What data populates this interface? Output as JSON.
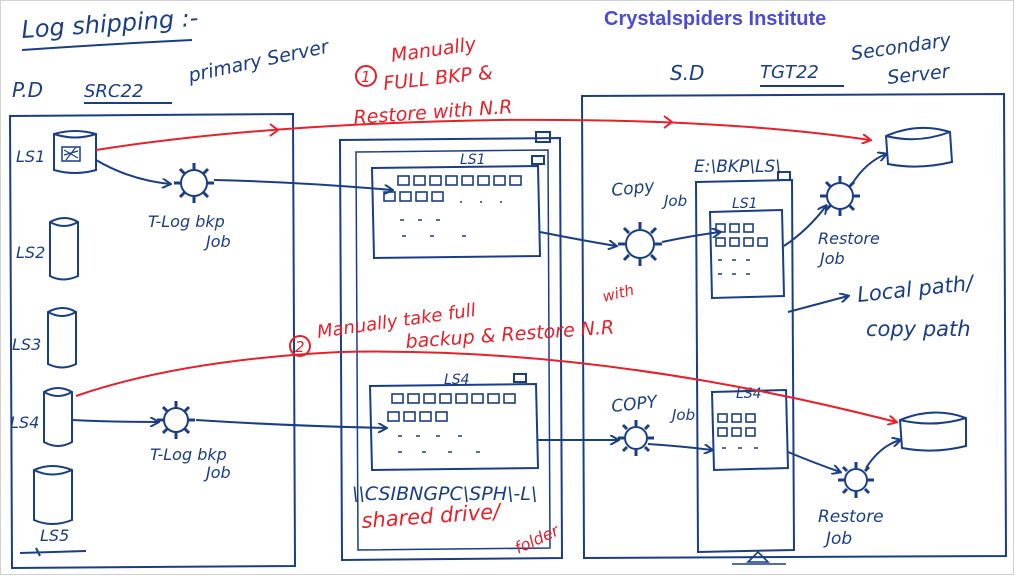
{
  "colors": {
    "ink": "#1a3e86",
    "red": "#e8202a",
    "banner": "#4b4bd6",
    "fill": "#ffffff"
  },
  "banner": {
    "title": "Crystalspiders Institute"
  },
  "heading": {
    "title": "Log shipping :-"
  },
  "primary": {
    "abbr": "P.D",
    "server_name": "SRC22",
    "server_label": "primary Server",
    "databases": [
      "LS1",
      "LS2",
      "LS3",
      "LS4",
      "LS5"
    ],
    "tlog_job_1": {
      "line1": "T-Log bkp",
      "line2": "Job"
    },
    "tlog_job_2": {
      "line1": "T-Log bkp",
      "line2": "Job"
    }
  },
  "shared": {
    "folder_ls1": "LS1",
    "folder_ls4": "LS4",
    "unc_path": "\\\\CSIBNGPC\\SPH\\-L\\",
    "shared_line1": "shared drive/",
    "shared_line2": "folder"
  },
  "secondary": {
    "abbr": "S.D",
    "server_name": "TGT22",
    "server_label_1": "Secondary",
    "server_label_2": "Server",
    "path": "E:\\BKP\\LS\\",
    "folder_ls1": "LS1",
    "folder_ls4": "LS4",
    "copy_job_1": {
      "line1": "Copy",
      "line2": "Job"
    },
    "copy_job_2": {
      "line1": "COPY",
      "line2": "Job"
    },
    "restore_job_1": {
      "line1": "Restore",
      "line2": "Job"
    },
    "restore_job_2": {
      "line1": "Restore",
      "line2": "Job"
    },
    "local_path_1": "Local path/",
    "local_path_2": "copy path"
  },
  "notes": {
    "step1_number": "1",
    "step1_line1": "Manually",
    "step1_line2": "FULL BKP &",
    "step1_line3": "Restore with N.R",
    "step2_number": "2",
    "step2_line1": "Manually take full",
    "step2_line1b": "with",
    "step2_line2": "backup & Restore N.R"
  }
}
